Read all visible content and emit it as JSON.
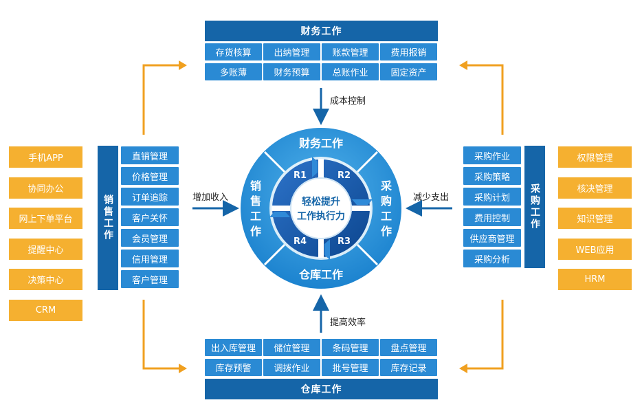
{
  "finance": {
    "title": "财务工作",
    "items": [
      "存货核算",
      "出纳管理",
      "账款管理",
      "费用报销",
      "多账薄",
      "财务预算",
      "总账作业",
      "固定资产"
    ]
  },
  "warehouse": {
    "title": "仓库工作",
    "items": [
      "出入库管理",
      "储位管理",
      "条码管理",
      "盘点管理",
      "库存预警",
      "调拨作业",
      "批号管理",
      "库存记录"
    ]
  },
  "sales": {
    "title": "销售工作",
    "items": [
      "直销管理",
      "价格管理",
      "订单追踪",
      "客户关怀",
      "会员管理",
      "信用管理",
      "客户管理"
    ]
  },
  "purchase": {
    "title": "采购工作",
    "items": [
      "采购作业",
      "采购策略",
      "采购计划",
      "费用控制",
      "供应商管理",
      "采购分析"
    ]
  },
  "left_modules": [
    "手机APP",
    "协同办公",
    "网上下单平台",
    "提醒中心",
    "决策中心",
    "CRM"
  ],
  "right_modules": [
    "权限管理",
    "核决管理",
    "知识管理",
    "WEB应用",
    "HRM"
  ],
  "flows": {
    "top": "成本控制",
    "bottom": "提高效率",
    "left": "增加收入",
    "right": "减少支出"
  },
  "wheel": {
    "segments": {
      "top": "财务工作",
      "bottom": "仓库工作",
      "left": "销售工作",
      "right": "采购工作"
    },
    "cycle": [
      "R1",
      "R2",
      "R3",
      "R4"
    ],
    "center_line1": "轻松提升",
    "center_line2": "工作执行力"
  },
  "colors": {
    "dark_blue": "#1565a8",
    "cell_blue": "#2a8ad4",
    "orange": "#f5b030",
    "arrow_orange": "#f0a020"
  }
}
